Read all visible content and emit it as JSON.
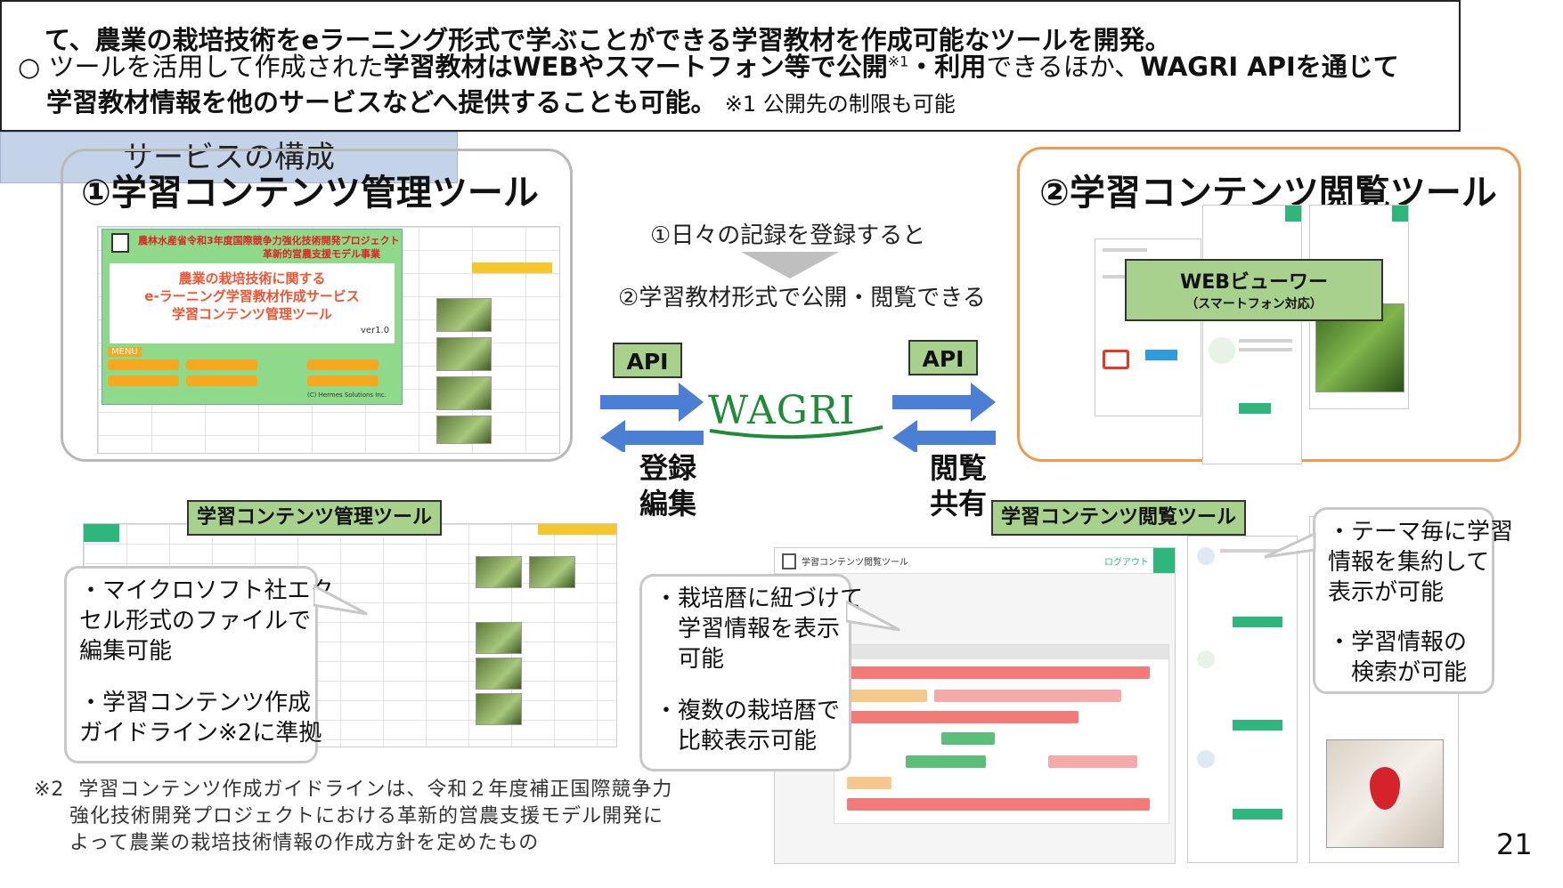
{
  "top_box": {
    "line1": "て、農業の栽培技術をeラーニング形式で学ぶことができる学習教材を作成可能なツールを開発。",
    "line2_prefix": "○ ツールを活用して作成された",
    "line2_bold1": "学習教材はWEBやスマートフォン等で公開",
    "line2_sup": "※1",
    "line2_bold2": "・利用",
    "line2_mid": "できるほか、",
    "line2_bold3": "WAGRI APIを通じて",
    "line3_bold": "学習教材情報を他のサービスなどへ提供することも可能。",
    "line3_note": "※1 公開先の制限も可能"
  },
  "service_title": "サービスの構成",
  "left_panel": {
    "title": "①学習コンテンツ管理ツール",
    "splash": {
      "header1": "農林水産省令和3年度国際競争力強化技術開発プロジェクト",
      "header2": "革新的営農支援モデル事業",
      "main1": "農業の栽培技術に関する",
      "main2": "e-ラーニング学習教材作成サービス",
      "main3": "学習コンテンツ管理ツール",
      "version": "ver1.0",
      "menu": "MENU",
      "copyright": "(C) Hermes Solutions Inc."
    }
  },
  "right_panel": {
    "title": "②学習コンテンツ閲覧ツール",
    "web_viewer": "WEBビューワー",
    "web_viewer_sub": "（スマートフォン対応）"
  },
  "middle": {
    "step1": "①日々の記録を登録すると",
    "step2": "②学習教材形式で公開・閲覧できる",
    "api_left": "API",
    "api_right": "API",
    "wagri": "WAGRI",
    "left_label1": "登録",
    "left_label2": "編集",
    "right_label1": "閲覧",
    "right_label2": "共有"
  },
  "bottom_left": {
    "tag": "学習コンテンツ管理ツール",
    "callout": [
      "・マイクロソフト社エク",
      "セル形式のファイルで",
      "編集可能",
      "",
      "・学習コンテンツ作成",
      "ガイドライン※2に準拠"
    ]
  },
  "bottom_middle": {
    "callout": [
      "・栽培暦に紐づけて",
      "　学習情報を表示",
      "　可能",
      "",
      "・複数の栽培暦で",
      "　比較表示可能"
    ]
  },
  "bottom_right": {
    "tag": "学習コンテンツ閲覧ツール",
    "viewer_title": "学習コンテンツ閲覧ツール",
    "logout": "ログアウト",
    "callout": [
      "・テーマ毎に学習",
      "情報を集約して",
      "表示が可能",
      "",
      "・学習情報の",
      "　検索が可能"
    ]
  },
  "footnote": [
    "※2  学習コンテンツ作成ガイドラインは、令和２年度補正国際競争力",
    "     強化技術開発プロジェクトにおける革新的営農支援モデル開発に",
    "     よって農業の栽培技術情報の作成方針を定めたもの"
  ],
  "page_number": "21",
  "colors": {
    "accent_green": "#a9d18e",
    "arrow_blue": "#4a7fd4",
    "orange_border": "#ef9a52",
    "service_blue": "#c5d3e8"
  }
}
